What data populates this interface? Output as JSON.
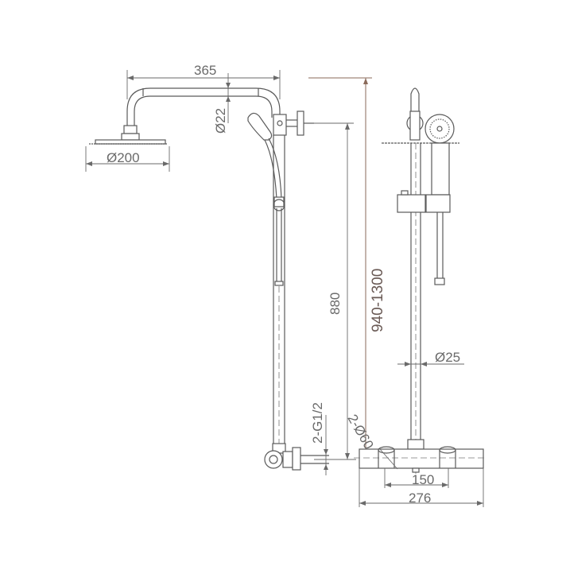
{
  "diagram": {
    "title": "Shower column technical drawing",
    "views": [
      "front-view",
      "side-view"
    ],
    "dimensions": {
      "arm_length": "365",
      "arm_diameter": "Ø22",
      "head_diameter": "Ø200",
      "rail_height": "880",
      "total_height": "940-1300",
      "connection": "2-G1/2",
      "mixer_diameter": "2-Ø60",
      "pipe_diameter": "Ø25",
      "inlet_spacing": "150",
      "mixer_width": "276"
    },
    "colors": {
      "line": "#5a5a5a",
      "dimension": "#6a6a6a",
      "accent_dimension": "#8a6a5a",
      "background": "#ffffff"
    }
  }
}
